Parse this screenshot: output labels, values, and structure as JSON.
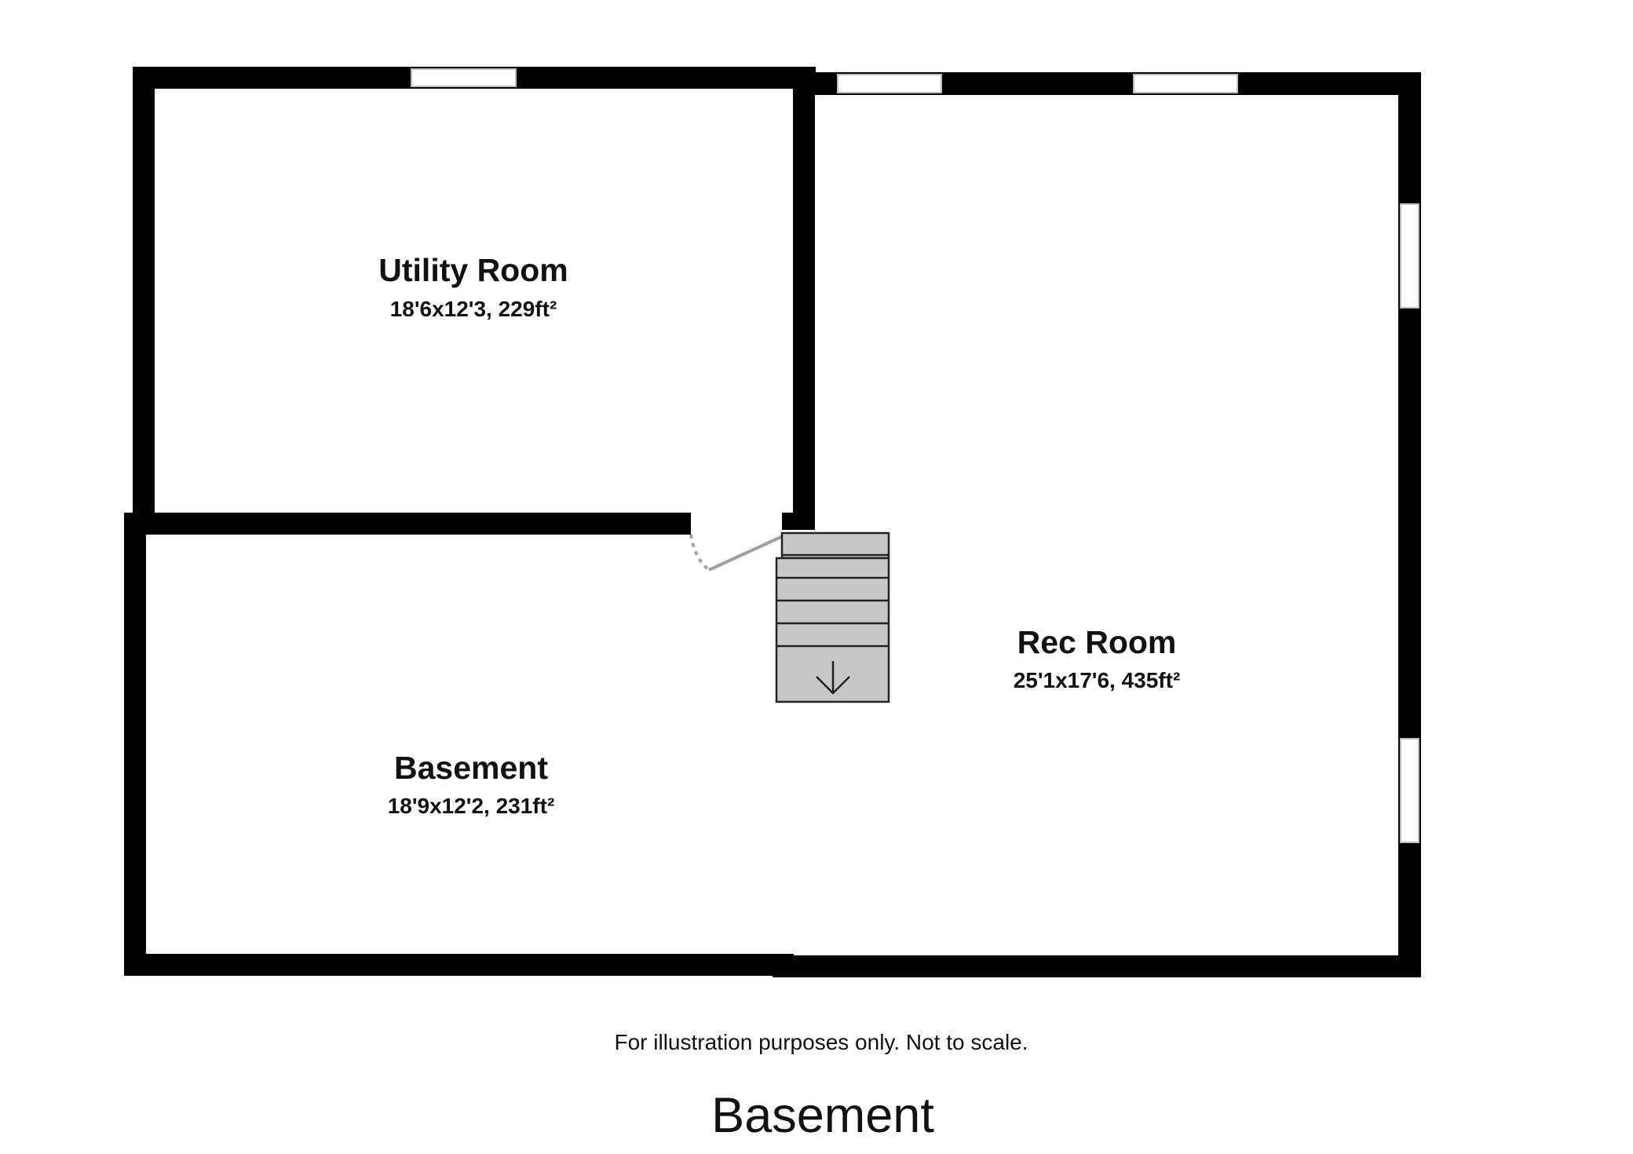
{
  "floor_title": "Basement",
  "disclaimer": "For illustration purposes only. Not to scale.",
  "rooms": [
    {
      "name": "Utility Room",
      "dimensions": "18'6x12'3, 229ft²"
    },
    {
      "name": "Rec Room",
      "dimensions": "25'1x17'6, 435ft²"
    },
    {
      "name": "Basement",
      "dimensions": "18'9x12'2, 231ft²"
    }
  ],
  "stair_direction": "down",
  "colors": {
    "wall": "#000000",
    "stairs": "#c8c8c8",
    "door": "#9aa2a6"
  }
}
